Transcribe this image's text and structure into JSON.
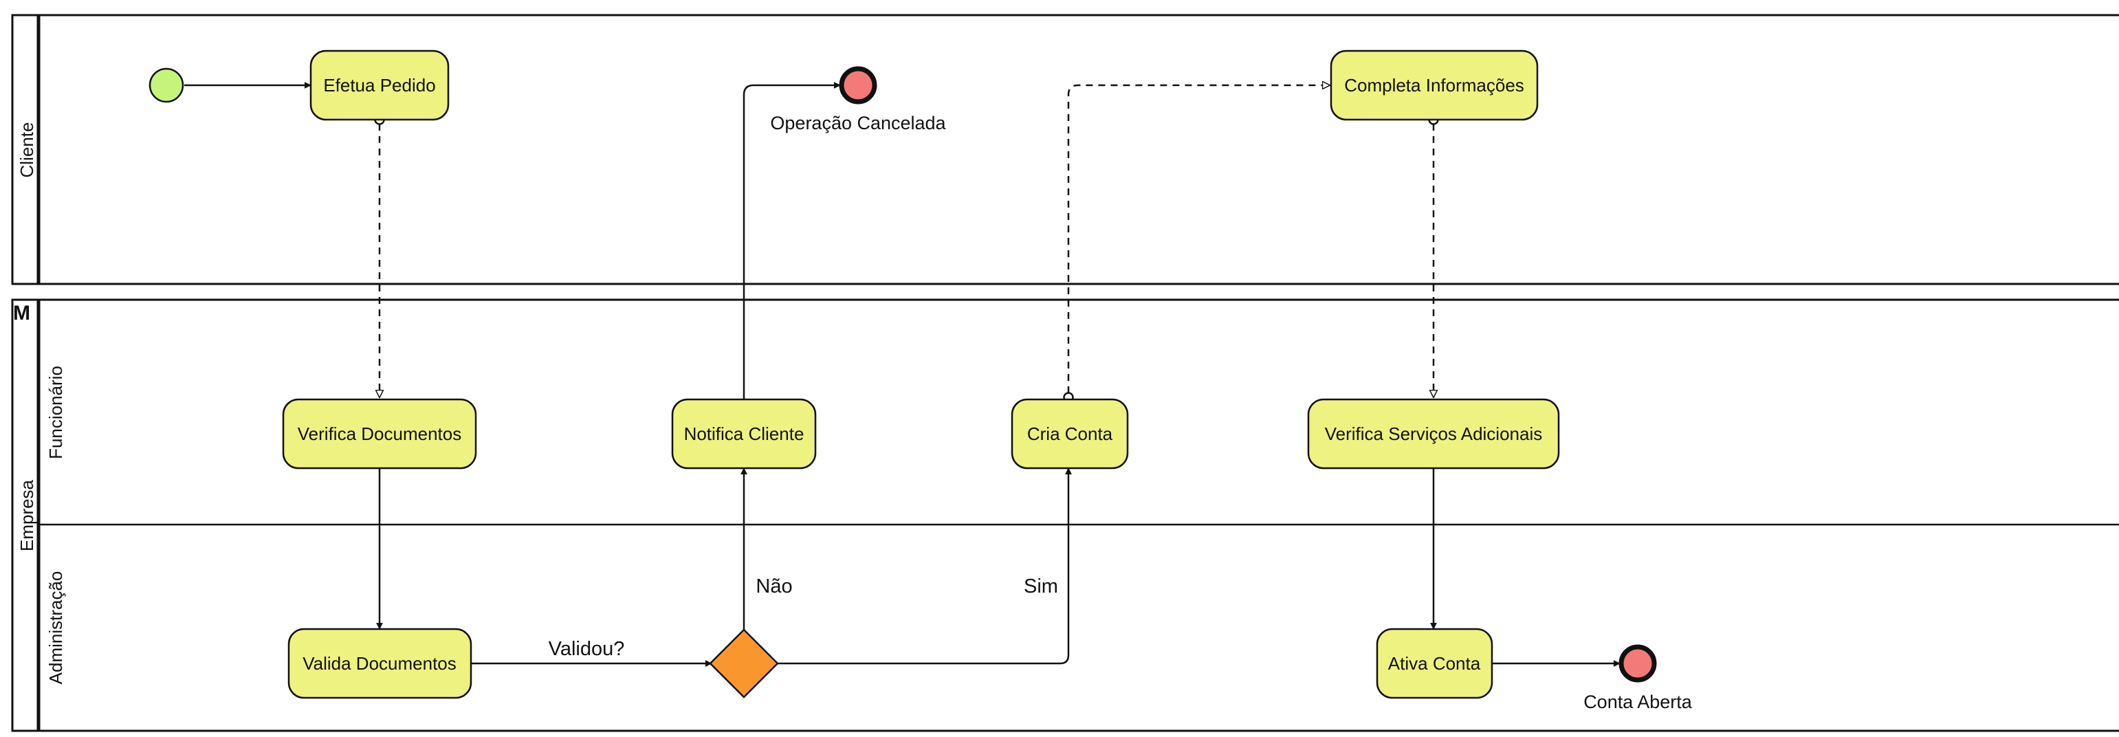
{
  "pools": {
    "cliente": {
      "label": "Cliente"
    },
    "empresa": {
      "label": "Empresa",
      "marker": "M",
      "lanes": {
        "funcionario": "Funcionário",
        "administracao": "Administração"
      }
    }
  },
  "events": {
    "start": {},
    "end_cancelada": {
      "label": "Operação Cancelada"
    },
    "end_aberta": {
      "label": "Conta Aberta"
    }
  },
  "tasks": {
    "efetua_pedido": "Efetua Pedido",
    "completa_informacoes": "Completa Informações",
    "verifica_documentos": "Verifica Documentos",
    "notifica_cliente": "Notifica Cliente",
    "cria_conta": "Cria Conta",
    "verifica_servicos": "Verifica Serviços Adicionais",
    "valida_documentos": "Valida Documentos",
    "ativa_conta": "Ativa Conta"
  },
  "gateway": {
    "label": "Validou?"
  },
  "flows": {
    "nao": "Não",
    "sim": "Sim"
  },
  "colors": {
    "task_fill": "#EEF280",
    "start_fill": "#C6F47A",
    "end_fill": "#F47A7A",
    "gateway_fill": "#F9962D",
    "stroke": "#111111"
  }
}
